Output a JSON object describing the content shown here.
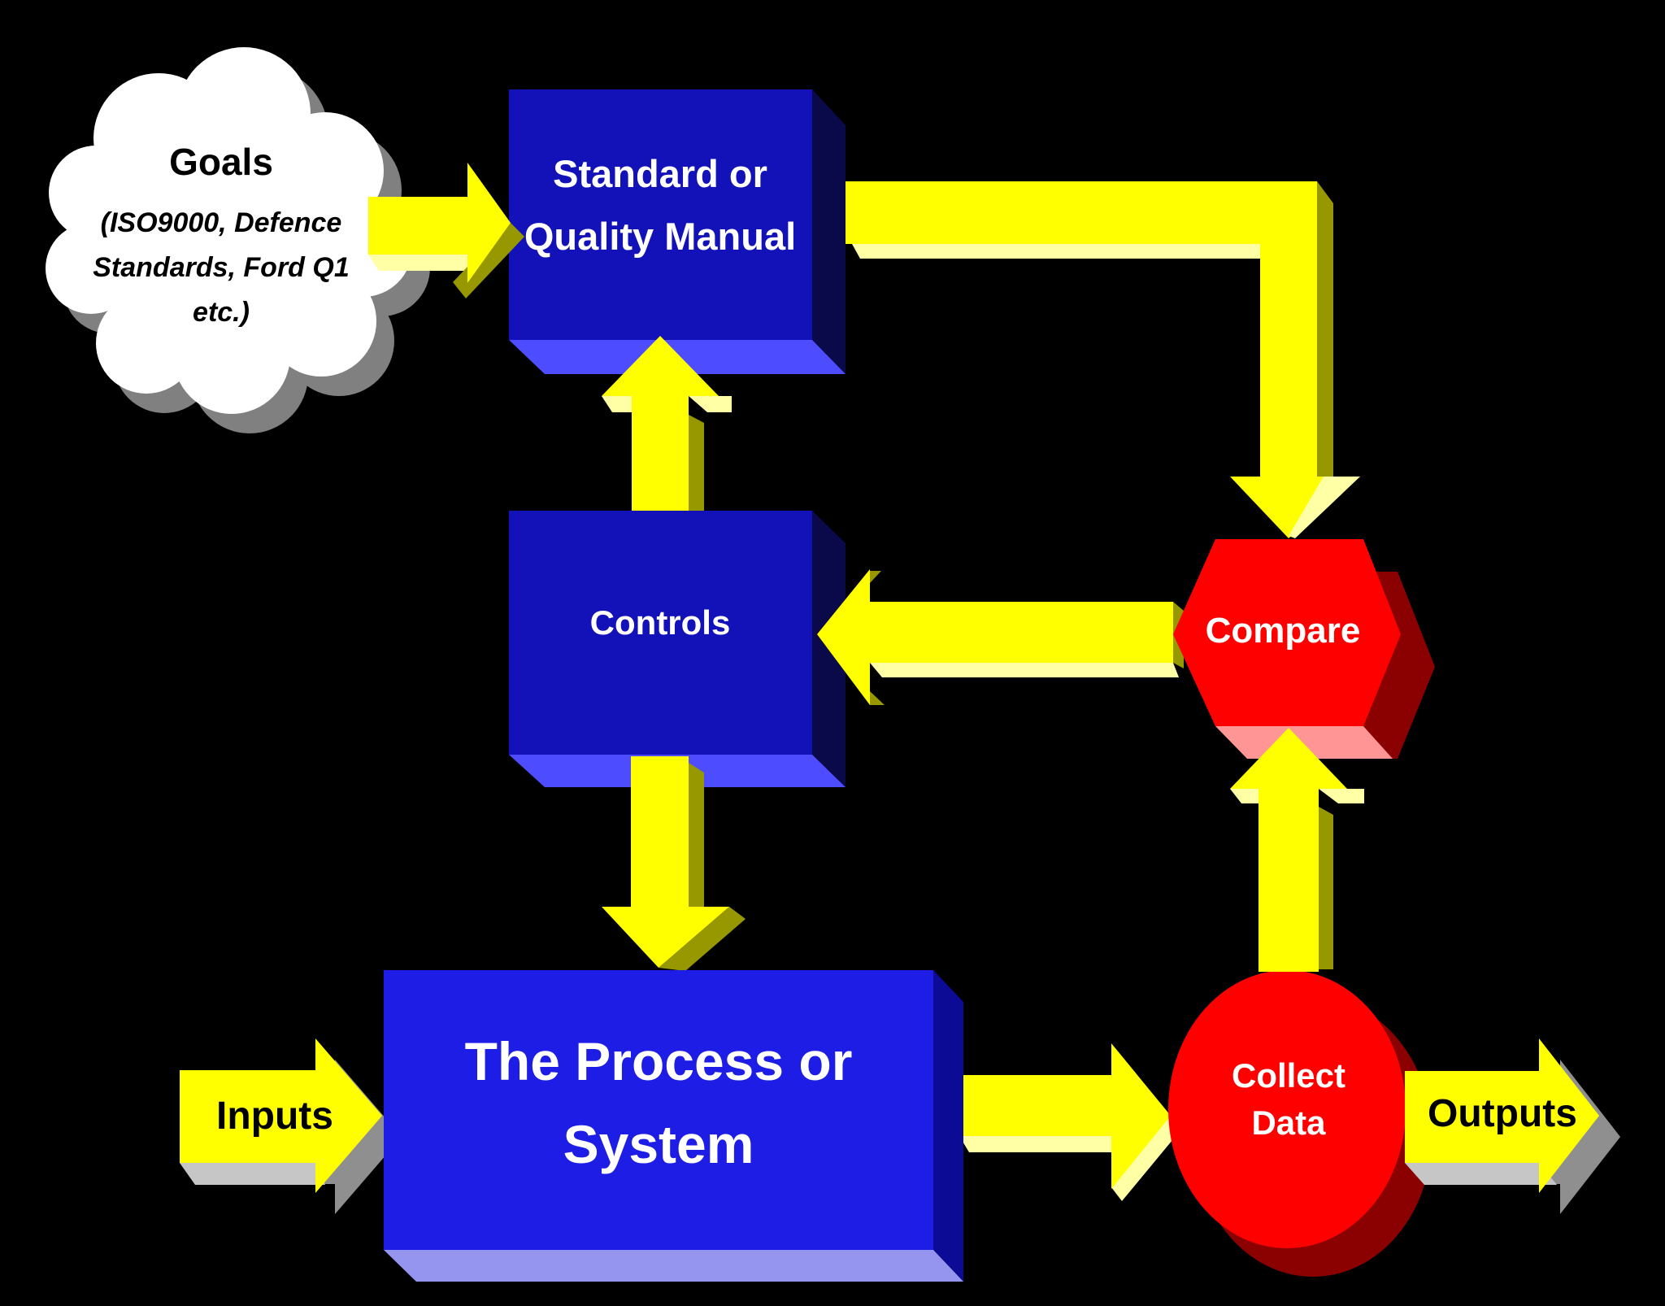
{
  "cloud": {
    "title": "Goals",
    "sub1": "(ISO9000, Defence",
    "sub2": "Standards, Ford Q1",
    "sub3": "etc.)"
  },
  "boxes": {
    "standard": {
      "line1": "Standard or",
      "line2": "Quality Manual"
    },
    "controls": {
      "label": "Controls"
    },
    "process": {
      "line1": "The Process or",
      "line2": "System"
    }
  },
  "nodes": {
    "compare": {
      "label": "Compare"
    },
    "collect": {
      "line1": "Collect",
      "line2": "Data"
    }
  },
  "flow": {
    "inputs": {
      "label": "Inputs"
    },
    "outputs": {
      "label": "Outputs"
    }
  },
  "colors": {
    "background": "#000000",
    "box_blue": "#1212b8",
    "box_blue_bright": "#1d1de6",
    "bevel_blue_light": "#4d4dff",
    "bevel_blue_dark": "#0a0a4a",
    "process_bevel_light": "#9595ef",
    "process_bevel_dark": "#0b0b96",
    "arrow_yellow": "#ffff00",
    "arrow_yellow_light": "#ffffa6",
    "arrow_yellow_dark": "#979700",
    "shadow_gray": "#8f8f8f",
    "shadow_gray_light": "#c6c6c6",
    "node_red": "#ff0000",
    "node_red_dark": "#8b0000",
    "node_pink": "#ff9595",
    "cloud_white": "#ffffff",
    "cloud_shadow": "#808080",
    "text_white": "#ffffff",
    "text_black": "#000000"
  }
}
